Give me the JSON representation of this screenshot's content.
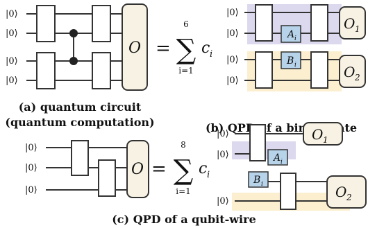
{
  "panel_a": {
    "ket": "|0⟩",
    "observable": "O",
    "equals": "=",
    "sum_sign": "∑",
    "sum_upper": "6",
    "sum_lower": "i=1",
    "coef": "c",
    "coef_sub": "i",
    "caption_line1": "(a) quantum circuit",
    "caption_line2": "(quantum computation)"
  },
  "panel_b": {
    "ket": "|0⟩",
    "gate_a": "A",
    "gate_b": "B",
    "gate_sub": "i",
    "obs1": "O",
    "obs1_sub": "1",
    "obs2": "O",
    "obs2_sub": "2",
    "caption": "(b) QPD of a binary gate",
    "colors": {
      "top_band": "#dcd9ef",
      "bottom_band": "#fbefcf"
    }
  },
  "panel_c": {
    "ket": "|0⟩",
    "observable": "O",
    "equals": "=",
    "sum_sign": "∑",
    "sum_upper": "8",
    "sum_lower": "i=1",
    "coef": "c",
    "coef_sub": "i",
    "gate_a": "A",
    "gate_b": "B",
    "gate_sub": "i",
    "obs1": "O",
    "obs1_sub": "1",
    "obs2": "O",
    "obs2_sub": "2",
    "caption": "(c) QPD of a qubit-wire"
  },
  "colors": {
    "gate_sub_fill": "#b7d3ea",
    "observable_fill": "#f8f2e4"
  }
}
